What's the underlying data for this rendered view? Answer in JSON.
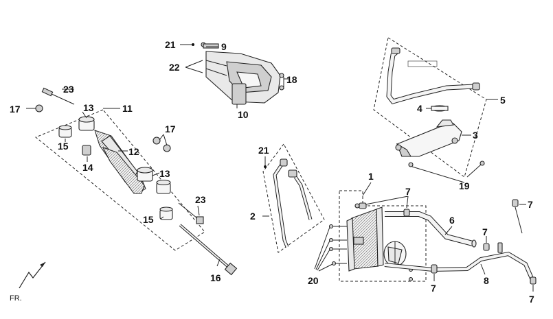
{
  "diagram": {
    "orientation_label": "FR.",
    "callouts": {
      "c21a": "21",
      "c9": "9",
      "c22": "22",
      "c18": "18",
      "c10": "10",
      "c23a": "23",
      "c17a": "17",
      "c13a": "13",
      "c11": "11",
      "c15a": "15",
      "c17b": "17",
      "c12": "12",
      "c14": "14",
      "c13b": "13",
      "c23b": "23",
      "c15b": "15",
      "c16": "16",
      "c5": "5",
      "c4": "4",
      "c3": "3",
      "c19": "19",
      "c21b": "21",
      "c2": "2",
      "c1": "1",
      "c7a": "7",
      "c6": "6",
      "c7b": "7",
      "c7c": "7",
      "c8": "8",
      "c7d": "7",
      "c20": "20",
      "c7e": "7"
    }
  }
}
